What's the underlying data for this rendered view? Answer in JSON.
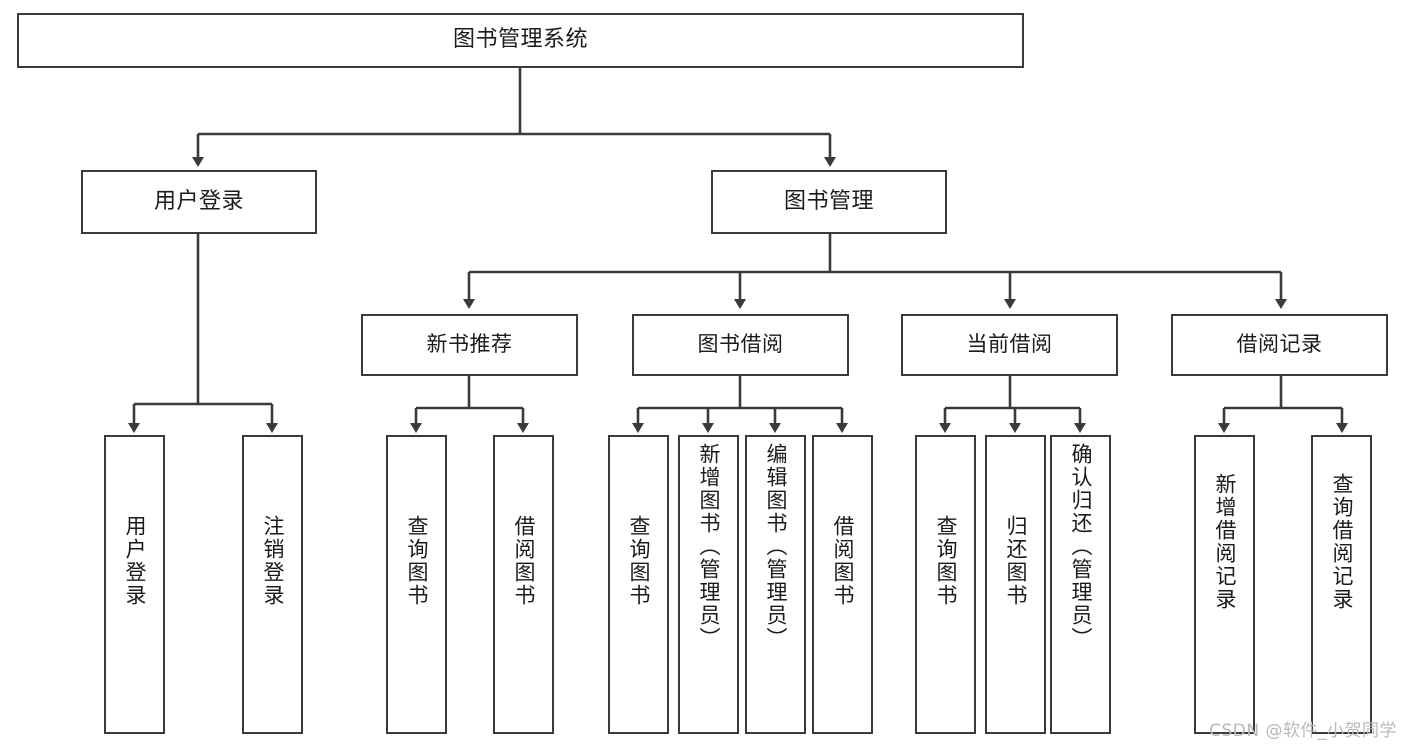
{
  "diagram": {
    "title": "图书管理系统",
    "type": "hierarchy-tree",
    "watermark": "CSDN @软件_小贺同学",
    "colors": {
      "stroke": "#3a3a3a",
      "fill": "#ffffff",
      "text": "#1b1b1b",
      "watermark": "#b9b9b9"
    },
    "nodes": {
      "root": {
        "label": "图书管理系统"
      },
      "level2": [
        {
          "id": "user-login",
          "label": "用户登录"
        },
        {
          "id": "book-manage",
          "label": "图书管理"
        }
      ],
      "level3": [
        {
          "id": "new-book-recommend",
          "label": "新书推荐"
        },
        {
          "id": "book-borrow",
          "label": "图书借阅"
        },
        {
          "id": "current-borrow",
          "label": "当前借阅"
        },
        {
          "id": "borrow-record",
          "label": "借阅记录"
        }
      ],
      "leaves": {
        "user-login": [
          {
            "id": "leaf-user-login",
            "label": "用户登录"
          },
          {
            "id": "leaf-logout-login",
            "label": "注销登录"
          }
        ],
        "new-book-recommend": [
          {
            "id": "leaf-query-book-1",
            "label": "查询图书"
          },
          {
            "id": "leaf-borrow-book-1",
            "label": "借阅图书"
          }
        ],
        "book-borrow": [
          {
            "id": "leaf-query-book-2",
            "label": "查询图书"
          },
          {
            "id": "leaf-add-book",
            "label": "新增图书（管理员）"
          },
          {
            "id": "leaf-edit-book",
            "label": "编辑图书（管理员）"
          },
          {
            "id": "leaf-borrow-book-2",
            "label": "借阅图书"
          }
        ],
        "current-borrow": [
          {
            "id": "leaf-query-book-3",
            "label": "查询图书"
          },
          {
            "id": "leaf-return-book",
            "label": "归还图书"
          },
          {
            "id": "leaf-confirm-return",
            "label": "确认归还（管理员）"
          }
        ],
        "borrow-record": [
          {
            "id": "leaf-add-record",
            "label": "新增借阅记录"
          },
          {
            "id": "leaf-query-record",
            "label": "查询借阅记录"
          }
        ]
      }
    }
  }
}
